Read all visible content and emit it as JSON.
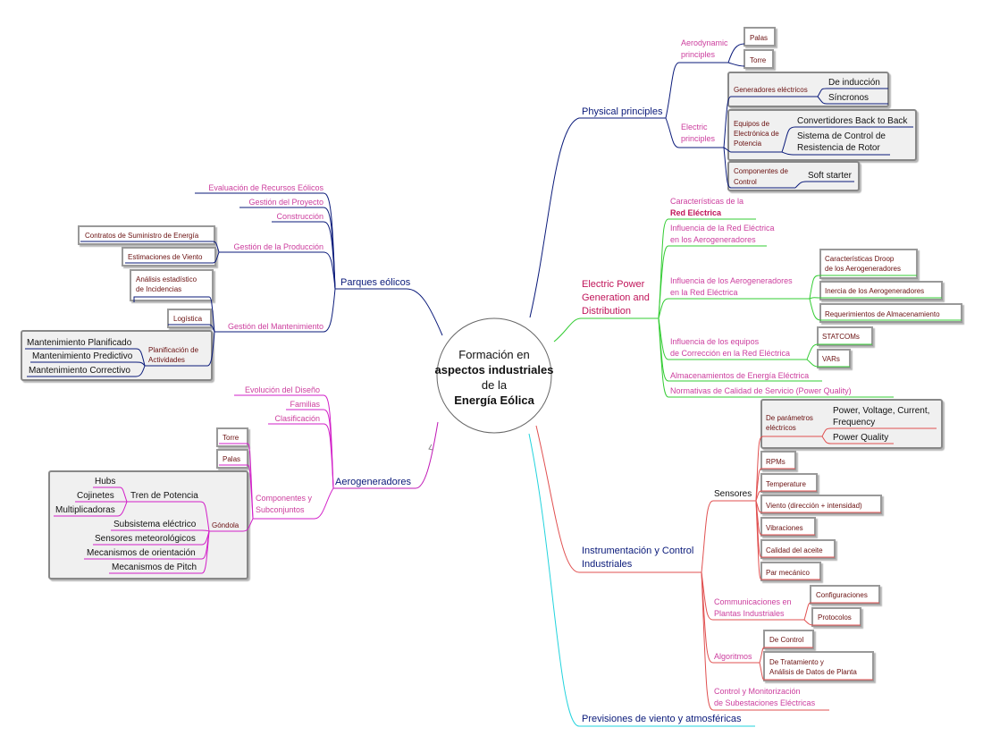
{
  "center": {
    "line1": "Formación en",
    "line2": "aspectos industriales",
    "line3": "de la",
    "line4": "Energía Eólica"
  },
  "colors": {
    "navy": "#0a1a7a",
    "pink": "#cc3e9e",
    "maroon": "#6a1010",
    "green": "#33cc33",
    "red": "#e05050",
    "magenta": "#d21fc8",
    "cyan": "#22d3dd",
    "crimson": "#c0155a",
    "box_fill": "#f0f0f0",
    "box_border": "#888888"
  },
  "parques": {
    "label": "Parques eólicos",
    "evaluacion": "Evaluación de Recursos Eólicos",
    "gestion_proyecto": "Gestión del Proyecto",
    "construccion": "Construcción",
    "gestion_produccion": "Gestión de la Producción",
    "contratos": "Contratos de Suministro de Energía",
    "estimaciones": "Estimaciones de Viento",
    "gestion_mantenimiento": "Gestión del Mantenimiento",
    "analisis_1": "Análisis estadístico",
    "analisis_2": "de Incidencias",
    "logistica": "Logística",
    "planificacion_1": "Planificación de",
    "planificacion_2": "Actividades",
    "mant_planificado": "Mantenimiento Planificado",
    "mant_predictivo": "Mantenimiento Predictivo",
    "mant_correctivo": "Mantenimiento Correctivo"
  },
  "aero": {
    "label": "Aerogeneradores",
    "evolucion": "Evolución del Diseño",
    "familias": "Familias",
    "clasificacion": "Clasificación",
    "componentes_1": "Componentes y",
    "componentes_2": "Subconjuntos",
    "torre": "Torre",
    "palas": "Palas",
    "gondola": "Góndola",
    "tren": "Tren de Potencia",
    "hubs": "Hubs",
    "cojinetes": "Cojinetes",
    "multiplicadoras": "Multiplicadoras",
    "subsistema": "Subsistema eléctrico",
    "sensores_met": "Sensores meteorológicos",
    "mec_orientacion": "Mecanismos de orientación",
    "mec_pitch": "Mecanismos de Pitch"
  },
  "physical": {
    "label": "Physical principles",
    "aero_1": "Aerodynamic",
    "aero_2": "principles",
    "palas": "Palas",
    "torre": "Torre",
    "elec_1": "Electric",
    "elec_2": "principles",
    "generadores": "Generadores eléctricos",
    "induccion": "De inducción",
    "sincronos": "Síncronos",
    "equipos_1": "Equipos de",
    "equipos_2": "Electrónica de",
    "equipos_3": "Potencia",
    "convertidores": "Convertidores Back to Back",
    "sistema_1": "Sistema de Control de",
    "sistema_2": "Resistencia de Rotor",
    "componentes_1": "Componentes de",
    "componentes_2": "Control",
    "soft_starter": "Soft starter"
  },
  "electric": {
    "label_1": "Electric Power",
    "label_2": "Generation and",
    "label_3": "Distribution",
    "caracteristicas_1": "Características de la",
    "caracteristicas_2": "Red Eléctrica",
    "influencia_red_1": "Influencia de la Red Eléctrica",
    "influencia_red_2": "en los Aerogeneradores",
    "influencia_aero_1": "Influencia de los Aerogeneradores",
    "influencia_aero_2": "en la Red Eléctrica",
    "droop_1": "Características Droop",
    "droop_2": "de los Aerogeneradores",
    "inercia": "Inercia de los Aerogeneradores",
    "requerimientos": "Requerimientos de Almacenamiento",
    "equipos_corr_1": "Influencia de los equipos",
    "equipos_corr_2": "de Corrección en la Red Eléctrica",
    "statcoms": "STATCOMs",
    "vars": "VARs",
    "almacenamientos": "Almacenamientos de Energía Eléctrica",
    "normativas": "Normativas de Calidad de Servicio (Power Quality)"
  },
  "instrum": {
    "label_1": "Instrumentación y Control",
    "label_2": "Industriales",
    "sensores": "Sensores",
    "param_1": "De parámetros",
    "param_2": "eléctricos",
    "pvcf_1": "Power, Voltage, Current,",
    "pvcf_2": "Frequency",
    "power_quality": "Power Quality",
    "rpms": "RPMs",
    "temperature": "Temperature",
    "viento": "Viento (dirección + intensidad)",
    "vibraciones": "Vibraciones",
    "calidad": "Calidad del aceite",
    "par": "Par mecánico",
    "comunicaciones_1": "Communicaciones en",
    "comunicaciones_2": "Plantas Industriales",
    "configuraciones": "Configuraciones",
    "protocolos": "Protocolos",
    "algoritmos": "Algoritmos",
    "de_control": "De Control",
    "tratamiento_1": "De Tratamiento y",
    "tratamiento_2": "Análisis de Datos de Planta",
    "subestaciones_1": "Control y Monitorización",
    "subestaciones_2": "de Subestaciones Eléctricas"
  },
  "previsiones": {
    "label": "Previsiones de viento y atmosféricas"
  }
}
